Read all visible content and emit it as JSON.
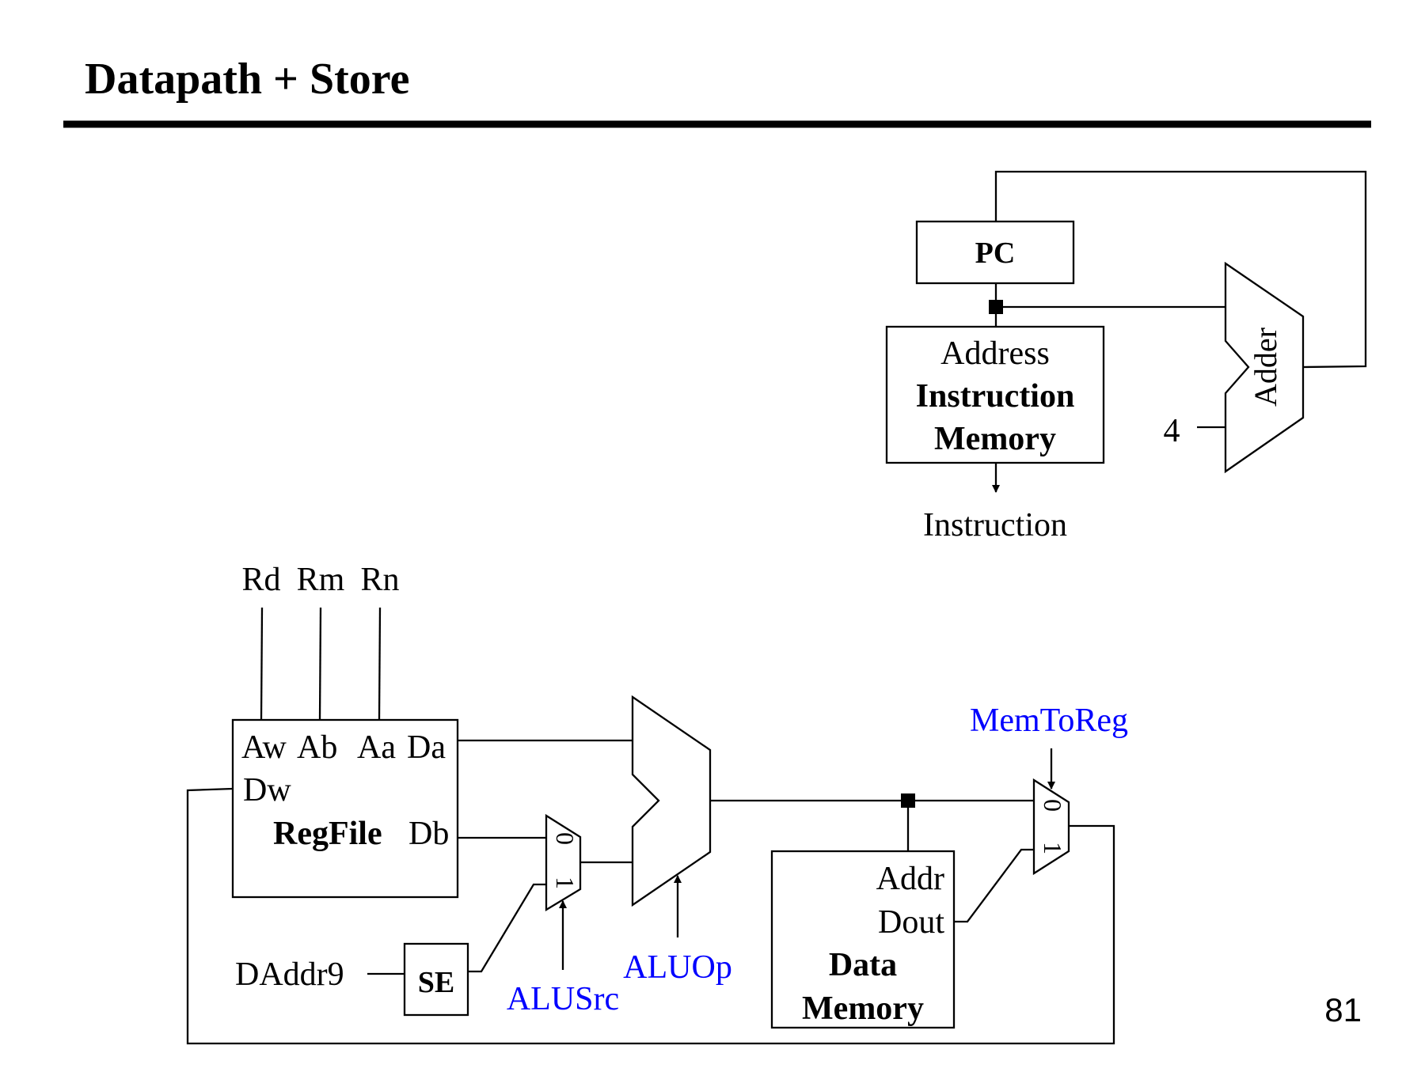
{
  "slide": {
    "title": "Datapath + Store",
    "page_number": "81"
  },
  "fetch": {
    "pc_label": "PC",
    "imem_addr_label": "Address",
    "imem_name_line1": "Instruction",
    "imem_name_line2": "Memory",
    "imem_output_label": "Instruction",
    "adder_label": "Adder",
    "adder_constant": "4"
  },
  "regfile": {
    "inputs": {
      "rd": "Rd",
      "rm": "Rm",
      "rn": "Rn"
    },
    "port_aw": "Aw",
    "port_ab": "Ab",
    "port_aa": "Aa",
    "port_da": "Da",
    "port_dw": "Dw",
    "port_db": "Db",
    "name": "RegFile"
  },
  "sign_extend": {
    "input_label": "DAddr9",
    "name": "SE"
  },
  "alusrc_mux": {
    "in0": "0",
    "in1": "1"
  },
  "memtoreg_mux": {
    "in0": "0",
    "in1": "1"
  },
  "data_memory": {
    "addr_label": "Addr",
    "dout_label": "Dout",
    "name_line1": "Data",
    "name_line2": "Memory"
  },
  "control_signals": {
    "alusrc": "ALUSrc",
    "aluop": "ALUOp",
    "memtoreg": "MemToReg",
    "color": "#0000ff"
  }
}
